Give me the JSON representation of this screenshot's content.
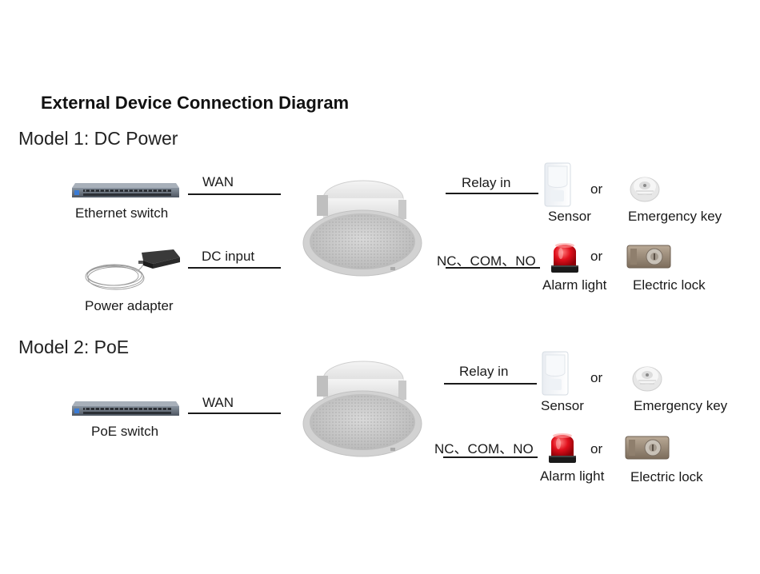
{
  "title": "External Device Connection Diagram",
  "model1": {
    "heading": "Model 1: DC Power",
    "ethernet_switch_label": "Ethernet switch",
    "power_adapter_label": "Power adapter",
    "wan_label": "WAN",
    "dc_input_label": "DC input",
    "relay_in_label": "Relay in",
    "nc_com_no_label": "NC、COM、NO",
    "sensor_label": "Sensor",
    "emergency_key_label": "Emergency key",
    "alarm_light_label": "Alarm light",
    "electric_lock_label": "Electric lock",
    "or_top": "or",
    "or_bottom": "or"
  },
  "model2": {
    "heading": "Model 2: PoE",
    "poe_switch_label": "PoE switch",
    "wan_label": "WAN",
    "relay_in_label": "Relay in",
    "nc_com_no_label": "NC、COM、NO",
    "sensor_label": "Sensor",
    "emergency_key_label": "Emergency key",
    "alarm_light_label": "Alarm light",
    "electric_lock_label": "Electric lock",
    "or_top": "or",
    "or_bottom": "or"
  },
  "icons": {
    "network_switch": "network-switch-icon",
    "power_adapter": "power-adapter-icon",
    "ceiling_speaker": "ceiling-speaker-icon",
    "sensor": "motion-sensor-icon",
    "emergency_key": "emergency-key-icon",
    "alarm_light": "alarm-light-icon",
    "electric_lock": "electric-lock-icon"
  }
}
